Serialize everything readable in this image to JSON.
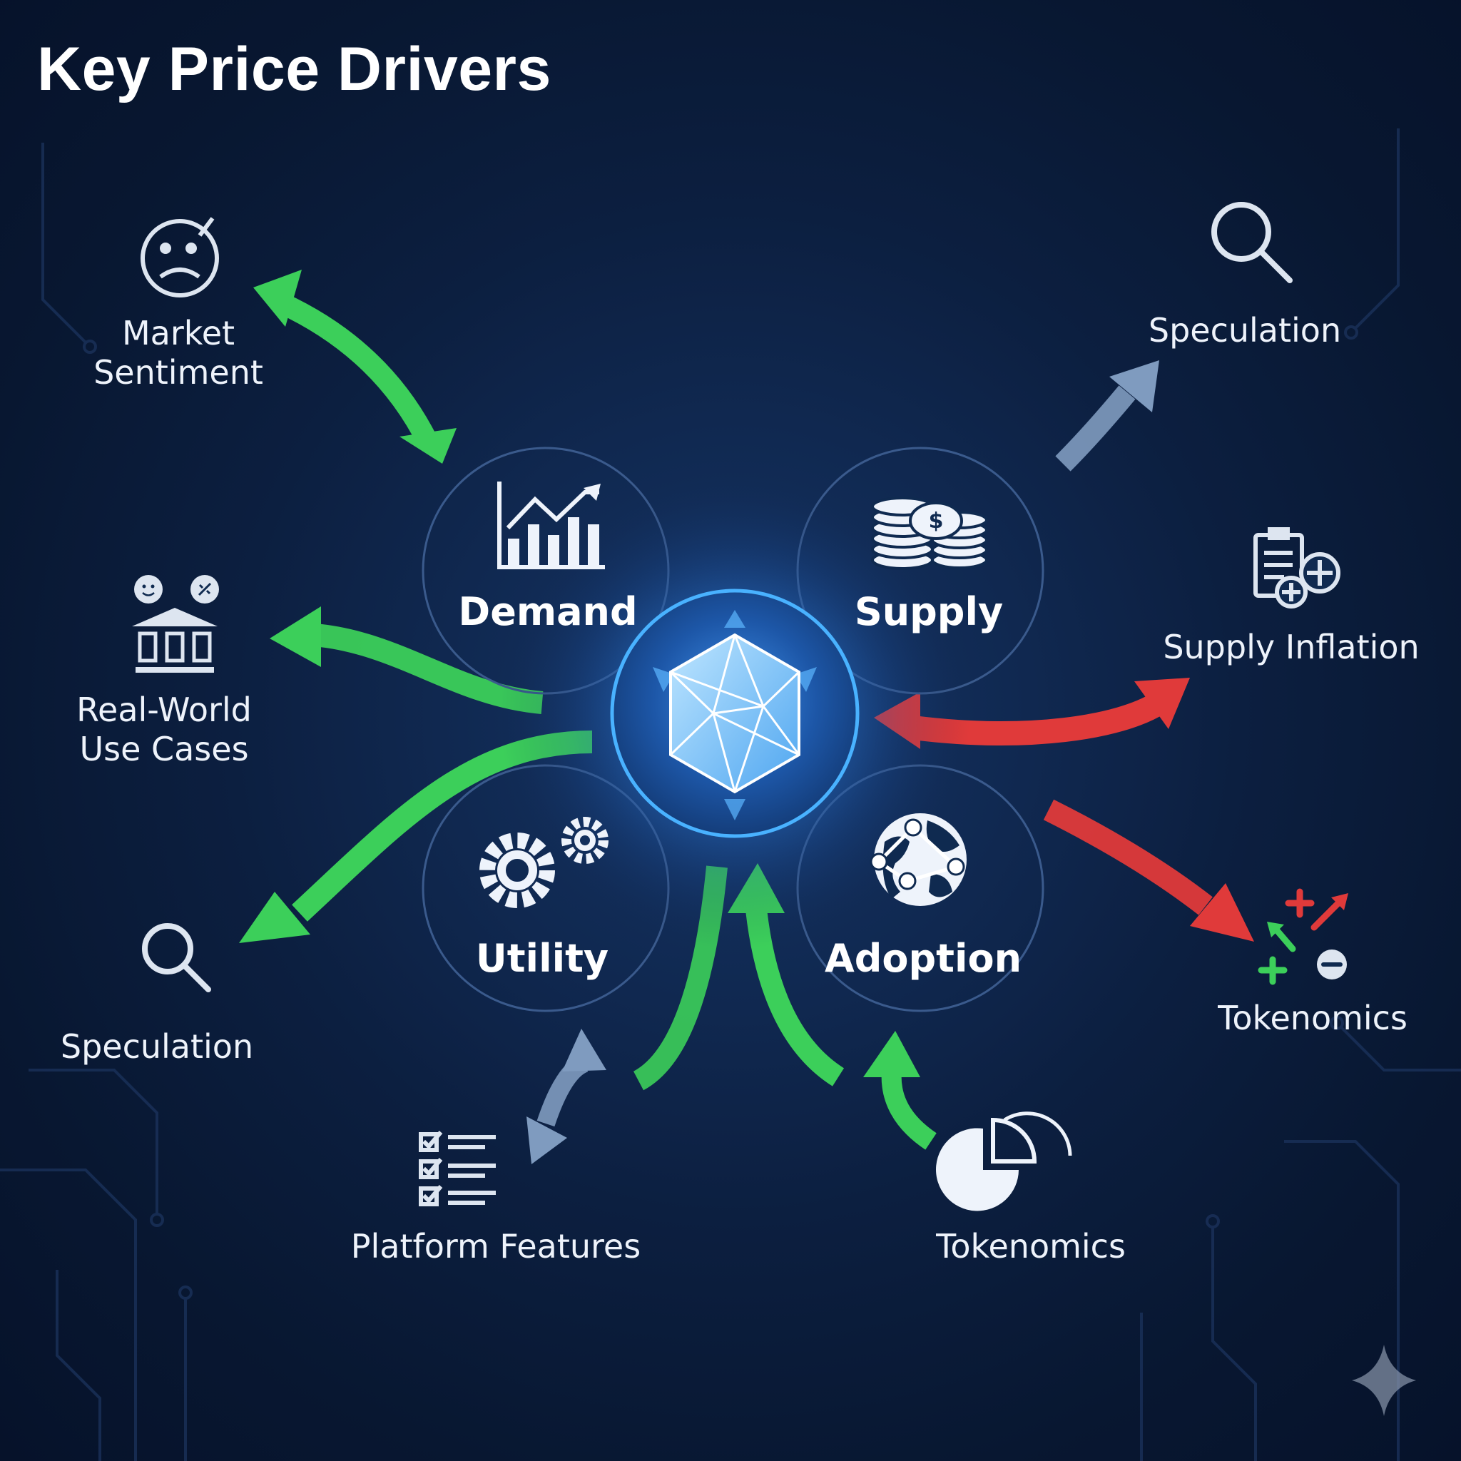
{
  "title": "Key Price Drivers",
  "colors": {
    "background": "#0b1a33",
    "positive_arrow": "#3ccf5a",
    "negative_arrow": "#e03a3a",
    "neutral_arrow": "#7f9bbf",
    "hub_glow": "#3fa0ff",
    "node_outline": "#3a5a8c"
  },
  "hub": {
    "icon": "crystal-token-icon"
  },
  "nodes": [
    {
      "id": "demand",
      "label": "Demand",
      "icon": "bar-chart-trend-icon"
    },
    {
      "id": "supply",
      "label": "Supply",
      "icon": "coin-stacks-icon"
    },
    {
      "id": "utility",
      "label": "Utility",
      "icon": "gears-icon"
    },
    {
      "id": "adoption",
      "label": "Adoption",
      "icon": "network-globe-icon"
    }
  ],
  "factors": [
    {
      "id": "market-sentiment",
      "label": "Market\nSentiment",
      "icon": "sad-face-icon",
      "effect": "positive"
    },
    {
      "id": "real-world-use-cases",
      "label": "Real-World\nUse Cases",
      "icon": "bank-building-icon",
      "effect": "positive"
    },
    {
      "id": "speculation-left",
      "label": "Speculation",
      "icon": "magnifier-icon",
      "effect": "positive"
    },
    {
      "id": "speculation-right",
      "label": "Speculation",
      "icon": "magnifier-icon",
      "effect": "neutral"
    },
    {
      "id": "supply-inflation",
      "label": "Supply Inflation",
      "icon": "document-plus-icon",
      "effect": "negative"
    },
    {
      "id": "tokenomics-right",
      "label": "Tokenomics",
      "icon": "plus-minus-icon",
      "effect": "negative"
    },
    {
      "id": "platform-features",
      "label": "Platform Features",
      "icon": "checklist-icon",
      "effect": "neutral"
    },
    {
      "id": "tokenomics-bottom",
      "label": "Tokenomics",
      "icon": "pie-chart-icon",
      "effect": "positive"
    }
  ]
}
